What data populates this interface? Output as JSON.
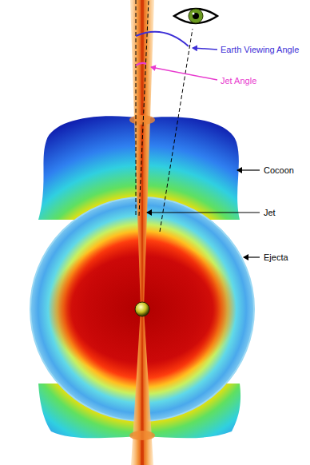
{
  "diagram": {
    "labels": [
      "Earth Viewing Angle",
      "Jet Angle",
      "Cocoon",
      "Jet",
      "Ejecta"
    ]
  }
}
